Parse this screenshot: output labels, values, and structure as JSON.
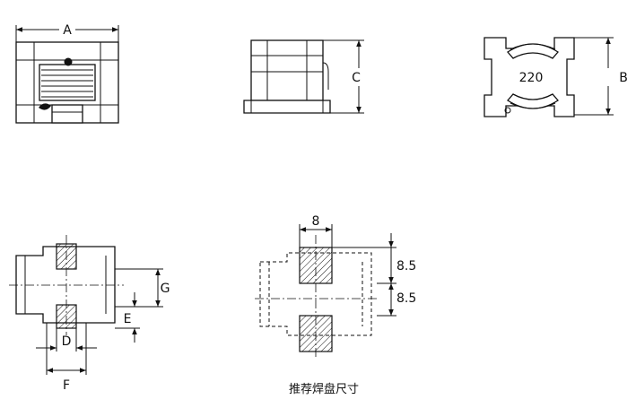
{
  "dimensions": {
    "A": "A",
    "B": "B",
    "C": "C",
    "D": "D",
    "E": "E",
    "F": "F",
    "G": "G"
  },
  "top_view": {
    "marking": "220"
  },
  "pad_layout": {
    "pad_width": "8",
    "pitch_upper": "8.5",
    "pitch_lower": "8.5"
  },
  "caption": "推荐焊盘尺寸"
}
